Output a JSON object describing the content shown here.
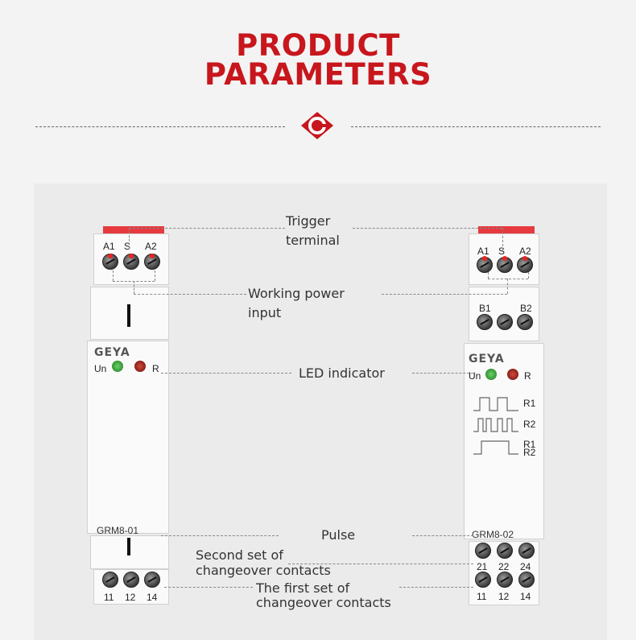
{
  "header": {
    "title_line1": "PRODUCT",
    "title_line2": "PARAMETERS"
  },
  "brand_color": "#c8161d",
  "logo_icon": "geya-logo-icon",
  "annotations": {
    "trigger": [
      "Trigger",
      "terminal"
    ],
    "working_power": [
      "Working power",
      "input"
    ],
    "led": "LED indicator",
    "pulse": "Pulse",
    "second_set": [
      "Second set of",
      "changeover contacts"
    ],
    "first_set": [
      "The first set of",
      "changeover contacts"
    ]
  },
  "left_device": {
    "top_terminals": [
      "A1",
      "S",
      "A2"
    ],
    "brand": "GEYA",
    "led_labels": [
      "Un",
      "R"
    ],
    "model": "GRM8-01",
    "bottom_terminals": [
      "11",
      "12",
      "14"
    ]
  },
  "right_device": {
    "top_terminals": [
      "A1",
      "S",
      "A2"
    ],
    "mid_terminals": [
      "B1",
      "B2"
    ],
    "brand": "GEYA",
    "led_labels": [
      "Un",
      "R"
    ],
    "wave_labels": [
      "R1",
      "R2",
      "R1",
      "R2"
    ],
    "model": "GRM8-02",
    "contact_row1": [
      "21",
      "22",
      "24"
    ],
    "contact_row2": [
      "11",
      "12",
      "14"
    ]
  }
}
